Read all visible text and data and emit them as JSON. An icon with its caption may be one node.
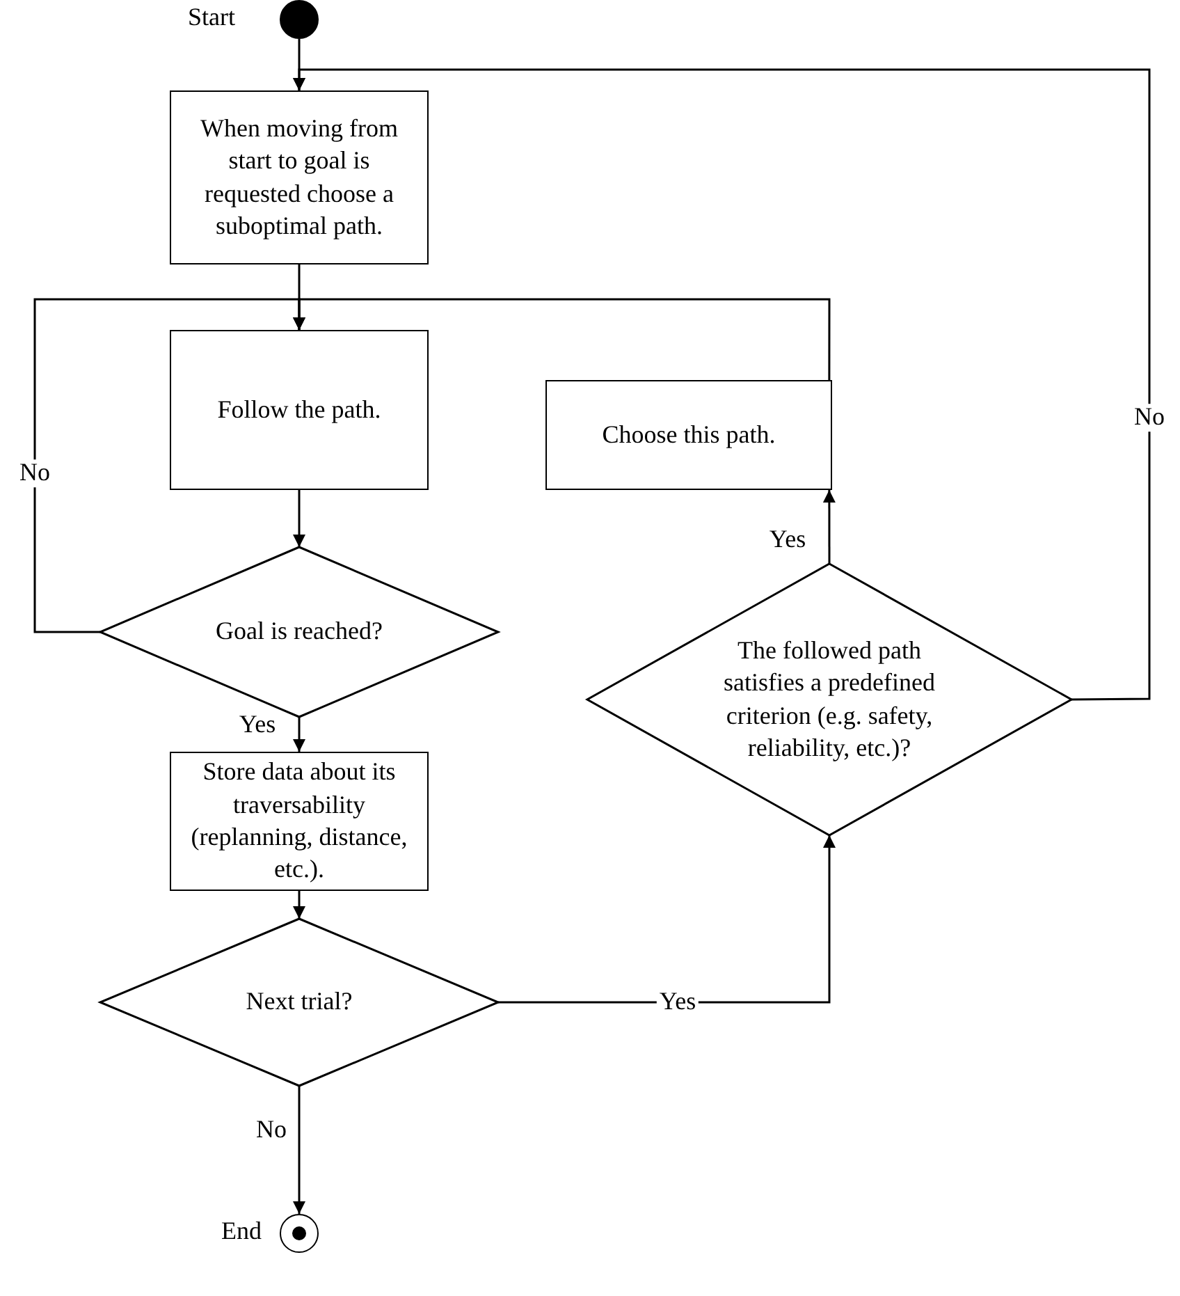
{
  "diagram": {
    "nodes": [
      {
        "text": [],
        "shape": "circle",
        "beside": [
          "Start"
        ]
      },
      {
        "text": [
          "When moving from start to goal is requested choose a suboptimal path."
        ]
      },
      {
        "text": [
          "Follow the path."
        ]
      },
      {
        "text": [
          "Goal is reached?"
        ]
      },
      {
        "text": [
          "Store data about its traversability (replanning, distance, etc.)."
        ]
      },
      {
        "text": [
          "Next trial?"
        ]
      },
      {
        "text": [],
        "shape": "circle",
        "beside": [
          "End"
        ]
      },
      {
        "text": [
          "Choose this path."
        ]
      },
      {
        "text": [
          "The followed path satisfies a predefined criterion (e.g. safety, reliability, etc.)?"
        ]
      }
    ],
    "edges": [
      {
        "from": 0,
        "to": 1,
        "arrow": "to"
      },
      {
        "from": 8,
        "to": 1,
        "arrow": "to",
        "label": "No"
      },
      {
        "from": 1,
        "to": 2,
        "arrow": "to"
      },
      {
        "from": 3,
        "to": 2,
        "arrow": "to",
        "label": "No"
      },
      {
        "from": 7,
        "to": 2,
        "arrow": "to"
      },
      {
        "from": 2,
        "to": 3,
        "arrow": "to"
      },
      {
        "from": 3,
        "to": 4,
        "arrow": "to",
        "label": "Yes"
      },
      {
        "from": 4,
        "to": 5,
        "arrow": "to"
      },
      {
        "from": 5,
        "to": 6,
        "arrow": "to",
        "label": "No"
      },
      {
        "from": 5,
        "to": 8,
        "arrow": "to",
        "label": "Yes"
      },
      {
        "from": 8,
        "to": 7,
        "arrow": "to",
        "label": "Yes"
      }
    ]
  }
}
